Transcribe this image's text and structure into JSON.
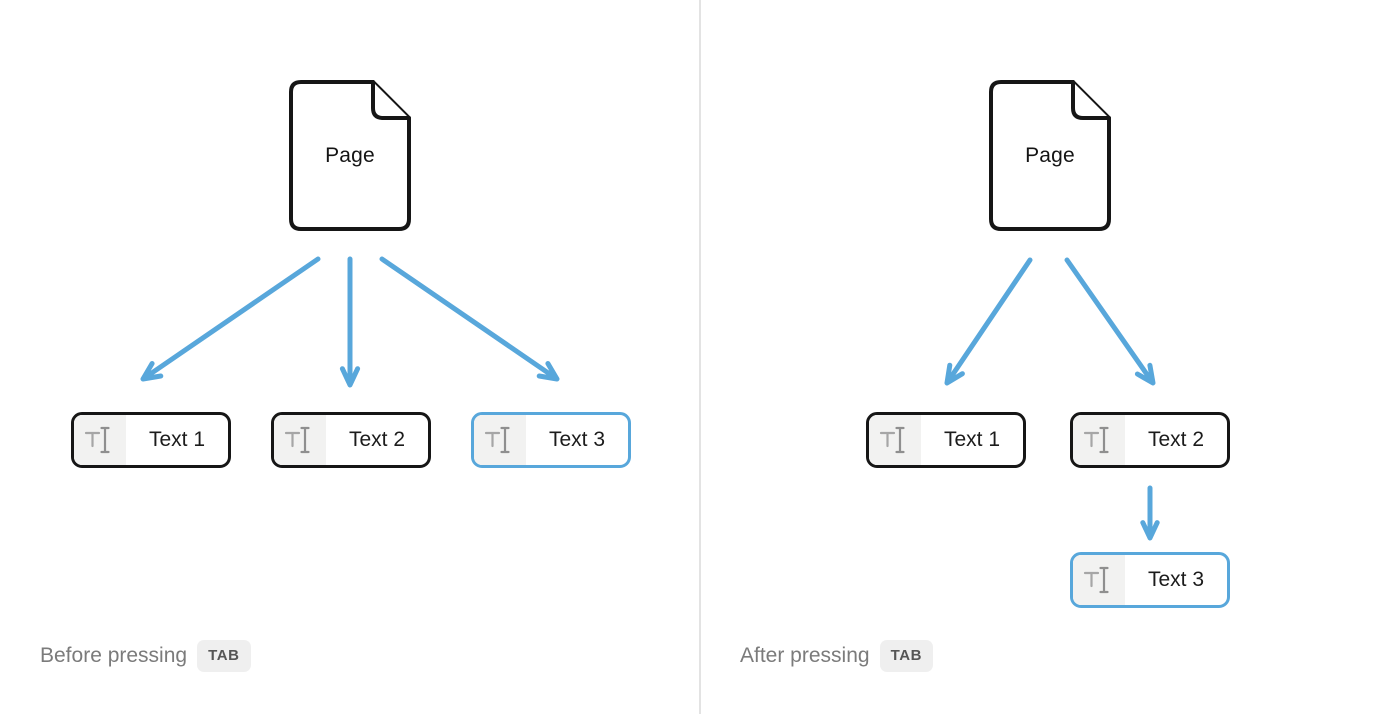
{
  "colors": {
    "accent": "#58a7db",
    "block_border": "#161616",
    "icon_bg": "#f2f2f1",
    "icon_t": "#a6a6a6",
    "icon_beam": "#8f8f8f",
    "caption": "#7b7b7b",
    "badge_bg": "#efefef",
    "badge_text": "#565656",
    "divider": "#e3e3e3"
  },
  "icons": {
    "document": "document-with-folded-corner-icon",
    "text_block": "text-cursor-icon",
    "connector": "blue-arrow"
  },
  "panels": {
    "left": {
      "page_label": "Page",
      "blocks": [
        {
          "label": "Text 1",
          "selected": false
        },
        {
          "label": "Text 2",
          "selected": false
        },
        {
          "label": "Text 3",
          "selected": true
        }
      ],
      "caption": "Before pressing",
      "key": "TAB"
    },
    "right": {
      "page_label": "Page",
      "blocks": [
        {
          "label": "Text 1",
          "selected": false
        },
        {
          "label": "Text 2",
          "selected": false
        },
        {
          "label": "Text 3",
          "selected": true
        }
      ],
      "caption": "After pressing",
      "key": "TAB"
    }
  }
}
